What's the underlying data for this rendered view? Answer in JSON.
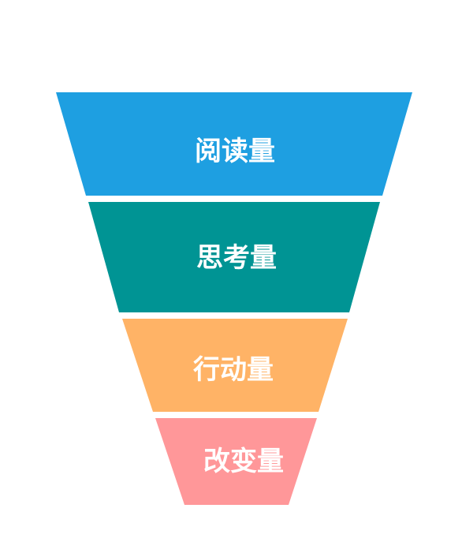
{
  "funnel": {
    "stages": [
      {
        "label": "阅读量",
        "color": "#1E9FE1"
      },
      {
        "label": "思考量",
        "color": "#009494"
      },
      {
        "label": "行动量",
        "color": "#FFB366"
      },
      {
        "label": "改变量",
        "color": "#FF9799"
      }
    ]
  }
}
